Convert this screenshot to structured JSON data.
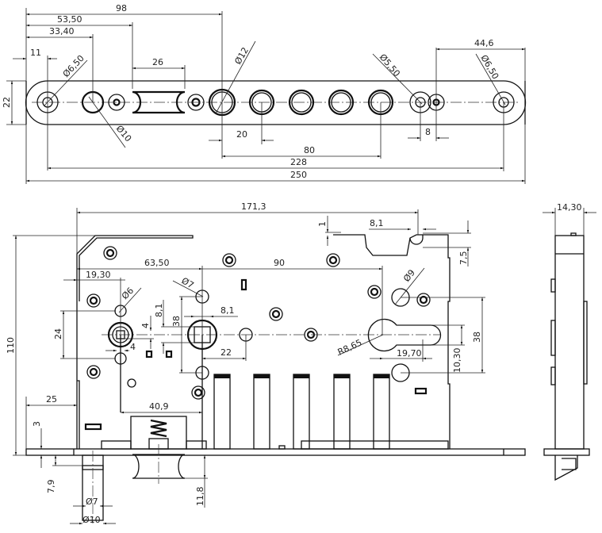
{
  "title": "Mortise lock technical drawing",
  "faceplate_view": {
    "d98": "98",
    "d53_50": "53,50",
    "d33_40": "33,40",
    "d11": "11",
    "d22": "22",
    "d26": "26",
    "dia6_50_left": "Ø6,50",
    "dia10": "Ø10",
    "dia12": "Ø12",
    "d20": "20",
    "d80": "80",
    "d228": "228",
    "d250": "250",
    "dia5_50": "Ø5,50",
    "d8": "8",
    "d44_6": "44,6",
    "dia6_50_right": "Ø6,50"
  },
  "front_view": {
    "d171_3": "171,3",
    "d110": "110",
    "d63_50": "63,50",
    "d90": "90",
    "d19_30": "19,30",
    "dia6": "Ø6",
    "dia7": "Ø7",
    "d8_1_v": "8,1",
    "d38_left": "38",
    "d8_1_h": "8,1",
    "d24": "24",
    "d4_v": "4",
    "d4_h": "4",
    "d22": "22",
    "d25": "25",
    "d3": "3",
    "d40_9": "40,9",
    "d7_9": "7,9",
    "dia7_bolt": "Ø7",
    "dia10_bolt": "Ø10",
    "d11_8": "11,8",
    "d1": "1",
    "d8_1_top": "8,1",
    "d7_5": "7,5",
    "dia9": "Ø9",
    "d38_right": "38",
    "r8_65": "R8,65",
    "d19_70": "19,70",
    "d10_30": "10,30"
  },
  "side_view": {
    "d14_30": "14,30"
  }
}
